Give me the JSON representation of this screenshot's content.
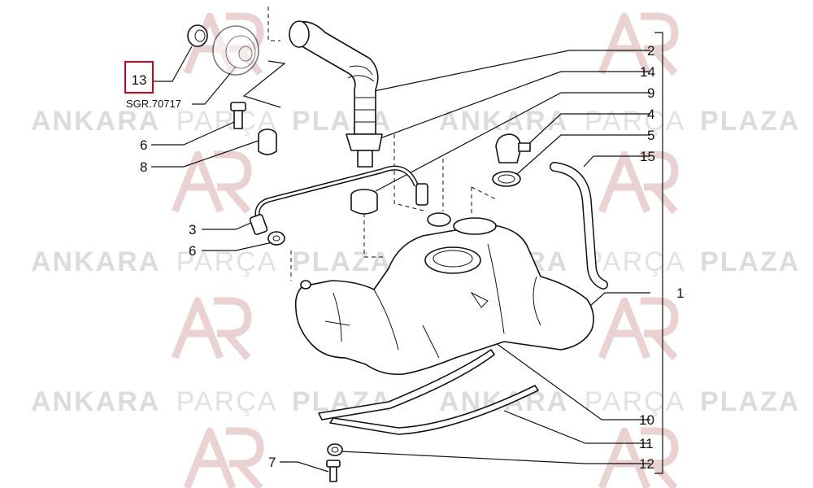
{
  "watermark": {
    "brand_primary": "ANKARA",
    "brand_middle": "PARÇA",
    "brand_end": "PLAZA",
    "color": "#d8d8d8",
    "logo_color": "#e7c9c9"
  },
  "reference_code": "SGR.70717",
  "highlight": {
    "part_number": "13",
    "color": "#d0021b"
  },
  "callouts": [
    {
      "id": "c13",
      "number": "13"
    },
    {
      "id": "c2",
      "number": "2"
    },
    {
      "id": "c14",
      "number": "14"
    },
    {
      "id": "c9",
      "number": "9"
    },
    {
      "id": "c4",
      "number": "4"
    },
    {
      "id": "c5",
      "number": "5"
    },
    {
      "id": "c15",
      "number": "15"
    },
    {
      "id": "c6a",
      "number": "6"
    },
    {
      "id": "c8",
      "number": "8"
    },
    {
      "id": "c3",
      "number": "3"
    },
    {
      "id": "c6b",
      "number": "6"
    },
    {
      "id": "c1",
      "number": "1"
    },
    {
      "id": "c10",
      "number": "10"
    },
    {
      "id": "c11",
      "number": "11"
    },
    {
      "id": "c7",
      "number": "7"
    },
    {
      "id": "c12",
      "number": "12"
    }
  ]
}
